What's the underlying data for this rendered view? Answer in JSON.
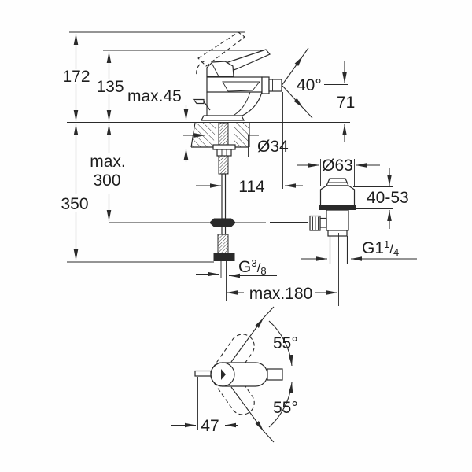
{
  "page": {
    "background_color": "#fefefe",
    "line_color": "#2a2a2a",
    "text_color": "#1d1d1d",
    "content": "technical dimension drawing of a single-lever bidet mixer with pop-up waste, side view, waste valve detail and top view"
  },
  "labels": {
    "d172": "172",
    "d135": "135",
    "dmax45": "max.45",
    "d40deg": "40°",
    "d71": "71",
    "do34": "Ø34",
    "dmax": "max.",
    "d300": "300",
    "d350": "350",
    "d114": "114",
    "do63": "Ø63",
    "d4053": "40-53",
    "g114_base": "G1",
    "g114_sup": "1",
    "g114_slash": "/",
    "g114_sub": "4",
    "g38_base": "G",
    "g38_sup": "3",
    "g38_slash": "/",
    "g38_sub": "8",
    "dmax180": "max.180",
    "d55a": "55°",
    "d55b": "55°",
    "d47": "47"
  }
}
